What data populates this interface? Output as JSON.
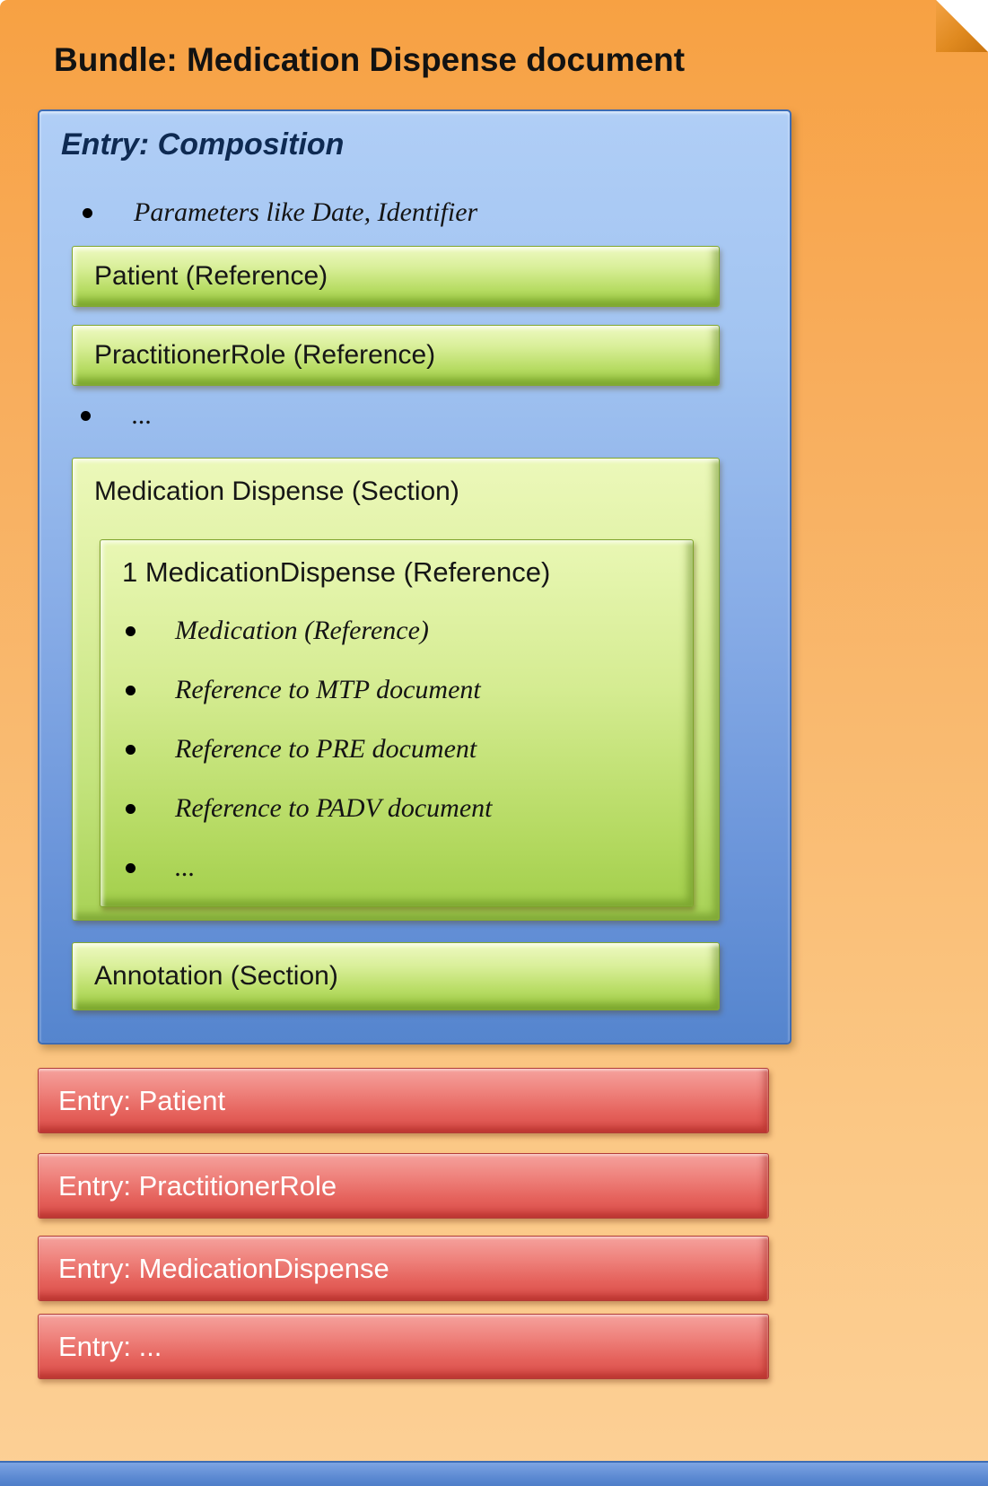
{
  "colors": {
    "page_orange_top": "#F7A143",
    "page_orange_bottom": "#FCD096",
    "composition_blue": "#5585CE",
    "reference_green": "#9CCA43",
    "entry_red": "#DA4D48"
  },
  "title": "Bundle: Medication Dispense document",
  "composition": {
    "title": "Entry: Composition",
    "bullet_parameters": "Parameters like Date, Identifier",
    "patient_box": "Patient (Reference)",
    "practitioner_box": "PractitionerRole (Reference)",
    "bullet_ellipsis": "...",
    "section": {
      "title": "Medication Dispense (Section)",
      "inner": {
        "title": "1 MedicationDispense (Reference)",
        "bullets": [
          "Medication (Reference)",
          "Reference to MTP document",
          "Reference to PRE document",
          "Reference to PADV document",
          "..."
        ]
      }
    },
    "annotation_box": "Annotation (Section)"
  },
  "entries": [
    "Entry: Patient",
    "Entry: PractitionerRole",
    "Entry: MedicationDispense",
    "Entry: ..."
  ]
}
